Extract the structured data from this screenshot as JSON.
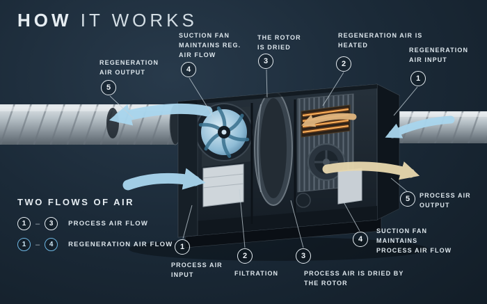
{
  "header": {
    "title_primary": "HOW",
    "title_secondary": "IT WORKS"
  },
  "legend": {
    "title": "TWO FLOWS OF AIR",
    "rows": [
      {
        "from": "1",
        "dash": "–",
        "to": "3",
        "label": "PROCESS AIR FLOW",
        "style": "white"
      },
      {
        "from": "1",
        "dash": "–",
        "to": "4",
        "label": "REGENERATION AIR FLOW",
        "style": "blue"
      }
    ]
  },
  "callouts": {
    "top": [
      {
        "num": "5",
        "label": "REGENERATION AIR OUTPUT"
      },
      {
        "num": "4",
        "label": "SUCTION FAN MAINTAINS REG. AIR FLOW"
      },
      {
        "num": "3",
        "label": "THE ROTOR IS DRIED"
      },
      {
        "num": "2",
        "label": "REGENERATION AIR IS HEATED"
      },
      {
        "num": "1",
        "label": "REGENERATION AIR INPUT"
      }
    ],
    "bottom": [
      {
        "num": "1",
        "label": "PROCESS AIR INPUT"
      },
      {
        "num": "2",
        "label": "FILTRATION"
      },
      {
        "num": "3",
        "label": "PROCESS AIR IS DRIED BY THE ROTOR"
      },
      {
        "num": "4",
        "label": "SUCTION FAN MAINTAINS PROCESS AIR FLOW"
      },
      {
        "num": "5",
        "label": "PROCESS AIR OUTPUT"
      }
    ]
  },
  "colors": {
    "background": "#1b2a38",
    "accent_blue": "#7cc3e8",
    "arrow_blue": "#a9d6ee",
    "arrow_tan": "#e8d8ae",
    "heater_orange": "#f09a40",
    "text": "#e3ebf1"
  }
}
